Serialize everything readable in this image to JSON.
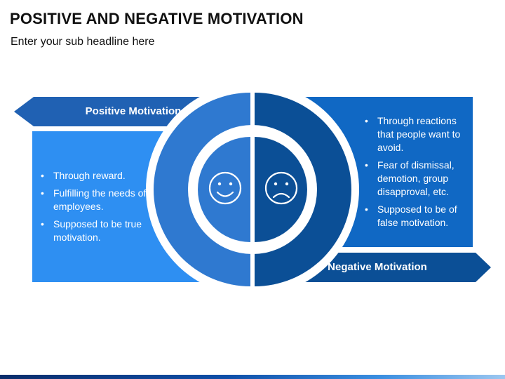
{
  "header": {
    "title": "POSITIVE AND NEGATIVE MOTIVATION",
    "subtitle": "Enter your sub headline here"
  },
  "positive": {
    "label": "Positive Motivation",
    "icon": "smiley-face-icon",
    "bullets": [
      "Through reward.",
      "Fulfilling the needs of employees.",
      "Supposed to be true motivation."
    ]
  },
  "negative": {
    "label": "Negative Motivation",
    "icon": "sad-face-icon",
    "bullets": [
      "Through reactions that people want to avoid.",
      "Fear of dismissal, demotion, group disapproval, etc.",
      "Supposed to be of false motivation."
    ]
  },
  "colors": {
    "positive_light": "#2e8ff2",
    "positive_mid": "#2f79d0",
    "positive_dark": "#2061b3",
    "negative_light": "#1068c4",
    "negative_dark": "#0b4f96",
    "negative_deep": "#084a8b"
  }
}
